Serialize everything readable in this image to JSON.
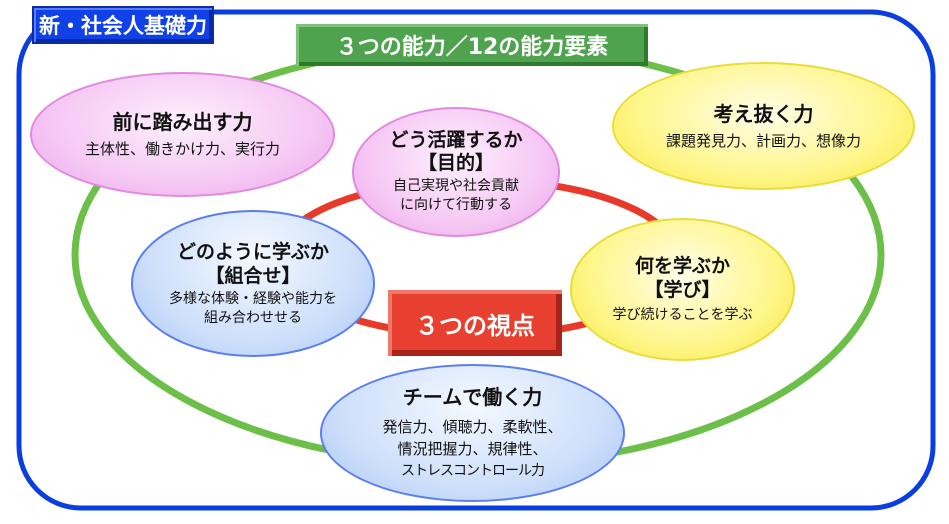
{
  "title": "新・社会人基礎力",
  "subtitle": "３つの能力／12の能力要素",
  "center": "３つの視点",
  "abilities": [
    {
      "name": "前に踏み出す力",
      "elements": "主体性、働きかけ力、実行力"
    },
    {
      "name": "考え抜く力",
      "elements": "課題発見力、計画力、想像力"
    },
    {
      "name": "チームで働く力",
      "elements_lines": [
        "発信力、傾聴力、柔軟性、",
        "情況把握力、規律性、",
        "ストレスコントロール力"
      ]
    }
  ],
  "viewpoints": [
    {
      "name": "どう活躍するか",
      "tag": "【目的】",
      "lines": [
        "自己実現や社会貢献",
        "に向けて行動する"
      ]
    },
    {
      "name": "どのように学ぶか",
      "tag": "【組合せ】",
      "lines": [
        "多様な体験・経験や能力を",
        "組み合わせせる"
      ]
    },
    {
      "name": "何を学ぶか",
      "tag": "【学び】",
      "lines": [
        "学び続けることを学ぶ"
      ]
    }
  ],
  "colors": {
    "frame": "#0a3ee0",
    "outer_ring": "#6cc04a",
    "inner_ring": "#e83a2a"
  }
}
